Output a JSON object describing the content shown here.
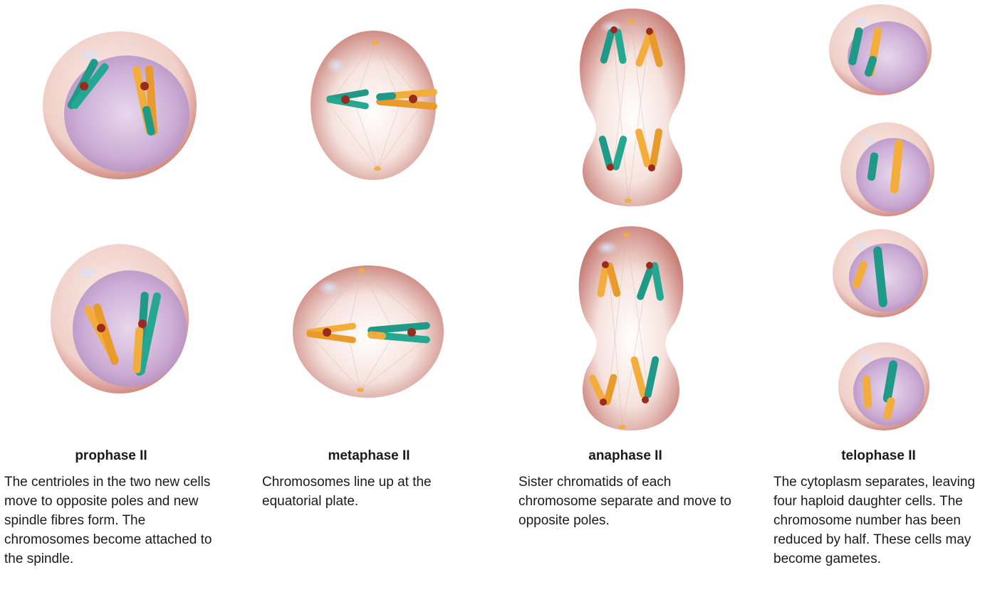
{
  "stages": [
    {
      "title": "prophase II",
      "description": "The centrioles in the two new cells move to opposite poles and new spindle fibres form. The chromosomes become attached to the spindle."
    },
    {
      "title": "metaphase II",
      "description": "Chromosomes line up at the equatorial plate."
    },
    {
      "title": "anaphase II",
      "description": "Sister chromatids of each chromosome separate and move to opposite poles."
    },
    {
      "title": "telophase II",
      "description": "The cytoplasm separates, leaving four haploid daughter cells. The chromosome number has been reduced by half. These cells may become gametes."
    }
  ],
  "colors": {
    "cell_membrane": "#c97a72",
    "cytoplasm": "#f3d6d0",
    "nucleus": "#b795c6",
    "chromosome_green": "#1f9a88",
    "chromosome_orange": "#f2ad3a",
    "centromere": "#9b2a1e"
  }
}
